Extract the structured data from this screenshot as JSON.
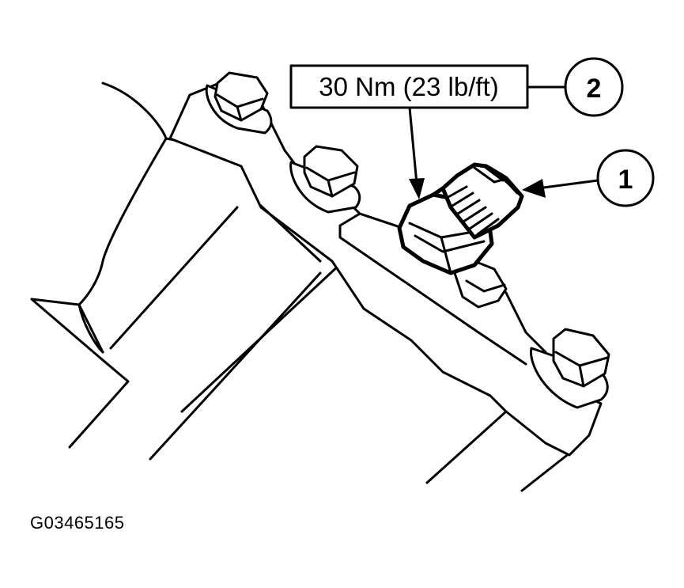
{
  "torque_callout": {
    "text": "30 Nm (23 lb/ft)",
    "number": "2"
  },
  "part_callout": {
    "number": "1"
  },
  "figure_id": "G03465165",
  "colors": {
    "ink": "#000000",
    "background": "#ffffff"
  }
}
